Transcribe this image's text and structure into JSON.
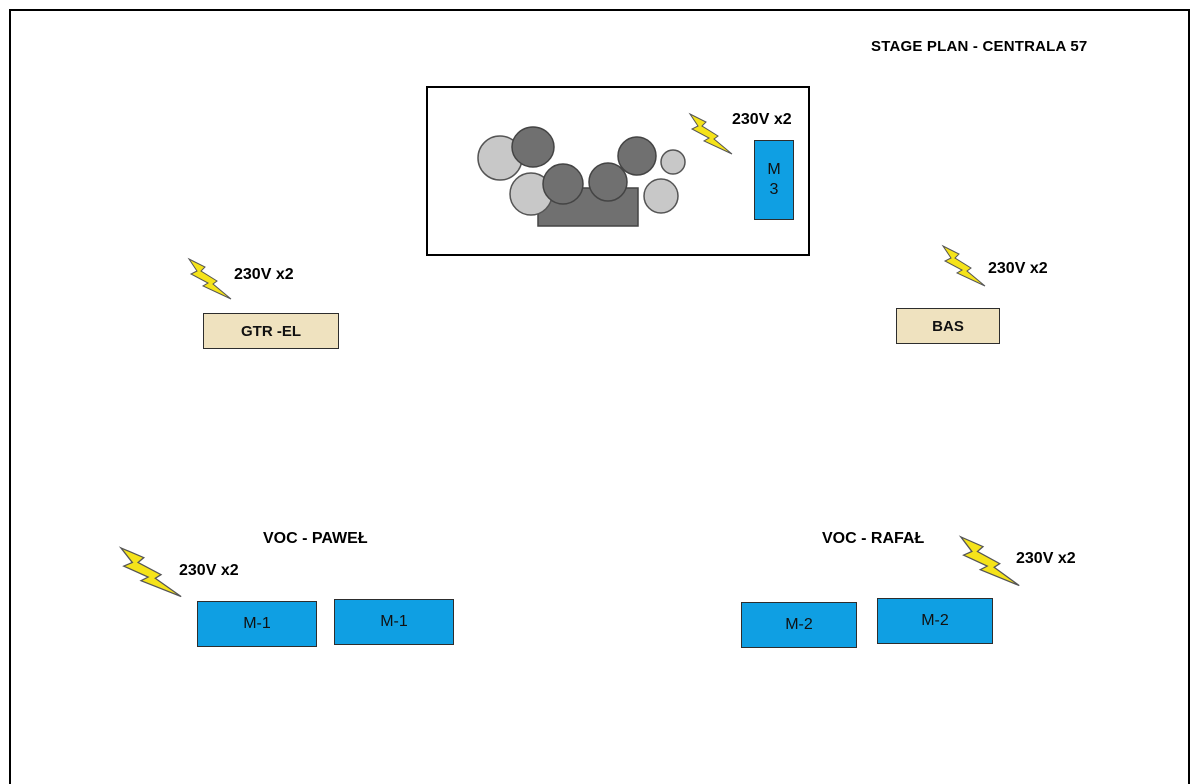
{
  "title": "STAGE PLAN - CENTRALA 57",
  "drums": {
    "monitor_line1": "M",
    "monitor_line2": "3",
    "power": "230V x2"
  },
  "guitar": {
    "label": "GTR -EL",
    "power": "230V x2"
  },
  "bass": {
    "label": "BAS",
    "power": "230V x2"
  },
  "vocal_left": {
    "name": "VOC - PAWEŁ",
    "power": "230V x2",
    "monitors": [
      "M-1",
      "M-1"
    ]
  },
  "vocal_right": {
    "name": "VOC - RAFAŁ",
    "power": "230V x2",
    "monitors": [
      "M-2",
      "M-2"
    ]
  },
  "colors": {
    "monitor": "#0f9fe3",
    "amp": "#efe2bf",
    "bolt": "#f5e31a",
    "drum_light": "#c8c8c8",
    "drum_dark": "#707070"
  }
}
